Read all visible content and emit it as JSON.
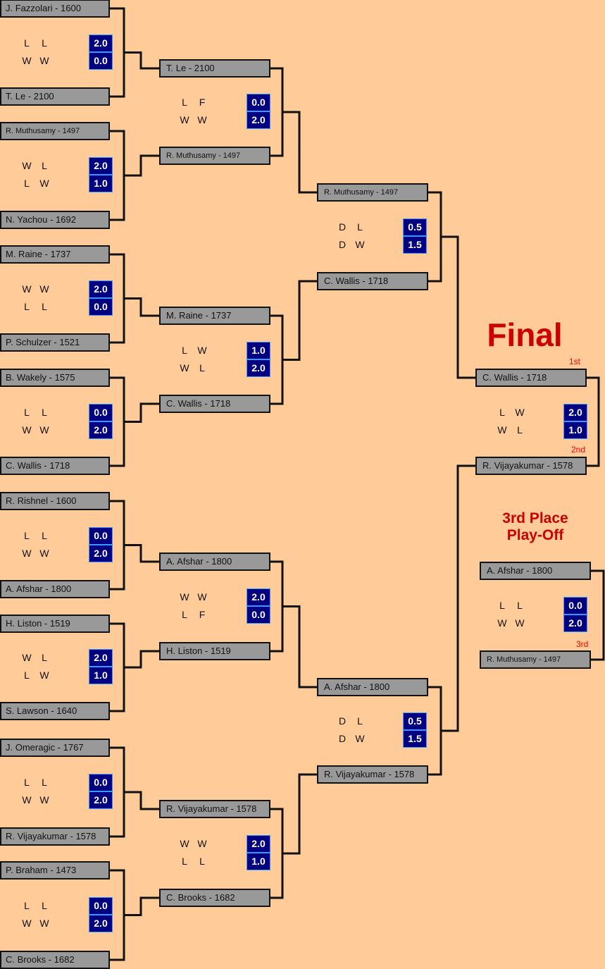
{
  "headings": {
    "final": "Final",
    "third_place_line1": "3rd Place",
    "third_place_line2": "Play-Off"
  },
  "places": {
    "first": "1st",
    "second": "2nd",
    "third": "3rd"
  },
  "colors": {
    "background": "#ffcc99",
    "player_box": "#999999",
    "score_box": "#000080",
    "score_border": "#3399ff",
    "heading": "#cc0000"
  },
  "rounds": [
    {
      "name": "round-1",
      "matches": [
        {
          "players": [
            "J. Fazzolari - 1600",
            "T. Le - 2100"
          ],
          "results": [
            [
              "L",
              "L"
            ],
            [
              "W",
              "W"
            ]
          ],
          "scores": [
            "2.0",
            "0.0"
          ]
        },
        {
          "players": [
            "R. Muthusamy - 1497",
            "N. Yachou - 1692"
          ],
          "results": [
            [
              "W",
              "L"
            ],
            [
              "L",
              "W"
            ]
          ],
          "scores": [
            "2.0",
            "1.0"
          ]
        },
        {
          "players": [
            "M. Raine - 1737",
            "P. Schulzer - 1521"
          ],
          "results": [
            [
              "W",
              "W"
            ],
            [
              "L",
              "L"
            ]
          ],
          "scores": [
            "2.0",
            "0.0"
          ]
        },
        {
          "players": [
            "B. Wakely - 1575",
            "C. Wallis - 1718"
          ],
          "results": [
            [
              "L",
              "L"
            ],
            [
              "W",
              "W"
            ]
          ],
          "scores": [
            "0.0",
            "2.0"
          ]
        },
        {
          "players": [
            "R. Rishnel - 1600",
            "A. Afshar - 1800"
          ],
          "results": [
            [
              "L",
              "L"
            ],
            [
              "W",
              "W"
            ]
          ],
          "scores": [
            "0.0",
            "2.0"
          ]
        },
        {
          "players": [
            "H. Liston - 1519",
            "S. Lawson - 1640"
          ],
          "results": [
            [
              "W",
              "L"
            ],
            [
              "L",
              "W"
            ]
          ],
          "scores": [
            "2.0",
            "1.0"
          ]
        },
        {
          "players": [
            "J. Omeragic - 1767",
            "R. Vijayakumar - 1578"
          ],
          "results": [
            [
              "L",
              "L"
            ],
            [
              "W",
              "W"
            ]
          ],
          "scores": [
            "0.0",
            "2.0"
          ]
        },
        {
          "players": [
            "P. Braham - 1473",
            "C. Brooks - 1682"
          ],
          "results": [
            [
              "L",
              "L"
            ],
            [
              "W",
              "W"
            ]
          ],
          "scores": [
            "0.0",
            "2.0"
          ]
        }
      ]
    },
    {
      "name": "round-2",
      "matches": [
        {
          "players": [
            "T. Le - 2100",
            "R. Muthusamy - 1497"
          ],
          "results": [
            [
              "L",
              "F"
            ],
            [
              "W",
              "W"
            ]
          ],
          "scores": [
            "0.0",
            "2.0"
          ]
        },
        {
          "players": [
            "M. Raine - 1737",
            "C. Wallis - 1718"
          ],
          "results": [
            [
              "L",
              "W"
            ],
            [
              "W",
              "L"
            ]
          ],
          "scores": [
            "1.0",
            "2.0"
          ]
        },
        {
          "players": [
            "A. Afshar - 1800",
            "H. Liston - 1519"
          ],
          "results": [
            [
              "W",
              "W"
            ],
            [
              "L",
              "F"
            ]
          ],
          "scores": [
            "2.0",
            "0.0"
          ]
        },
        {
          "players": [
            "R. Vijayakumar - 1578",
            "C. Brooks - 1682"
          ],
          "results": [
            [
              "W",
              "W"
            ],
            [
              "L",
              "L"
            ]
          ],
          "scores": [
            "2.0",
            "1.0"
          ]
        }
      ]
    },
    {
      "name": "semi-final",
      "matches": [
        {
          "players": [
            "R. Muthusamy - 1497",
            "C. Wallis - 1718"
          ],
          "results": [
            [
              "D",
              "L"
            ],
            [
              "D",
              "W"
            ]
          ],
          "scores": [
            "0.5",
            "1.5"
          ]
        },
        {
          "players": [
            "A. Afshar - 1800",
            "R. Vijayakumar - 1578"
          ],
          "results": [
            [
              "D",
              "L"
            ],
            [
              "D",
              "W"
            ]
          ],
          "scores": [
            "0.5",
            "1.5"
          ]
        }
      ]
    },
    {
      "name": "final",
      "matches": [
        {
          "players": [
            "C. Wallis - 1718",
            "R. Vijayakumar - 1578"
          ],
          "results": [
            [
              "L",
              "W"
            ],
            [
              "W",
              "L"
            ]
          ],
          "scores": [
            "2.0",
            "1.0"
          ]
        }
      ]
    },
    {
      "name": "third-place",
      "matches": [
        {
          "players": [
            "A. Afshar - 1800",
            "R. Muthusamy - 1497"
          ],
          "results": [
            [
              "L",
              "L"
            ],
            [
              "W",
              "W"
            ]
          ],
          "scores": [
            "0.0",
            "2.0"
          ]
        }
      ]
    }
  ]
}
